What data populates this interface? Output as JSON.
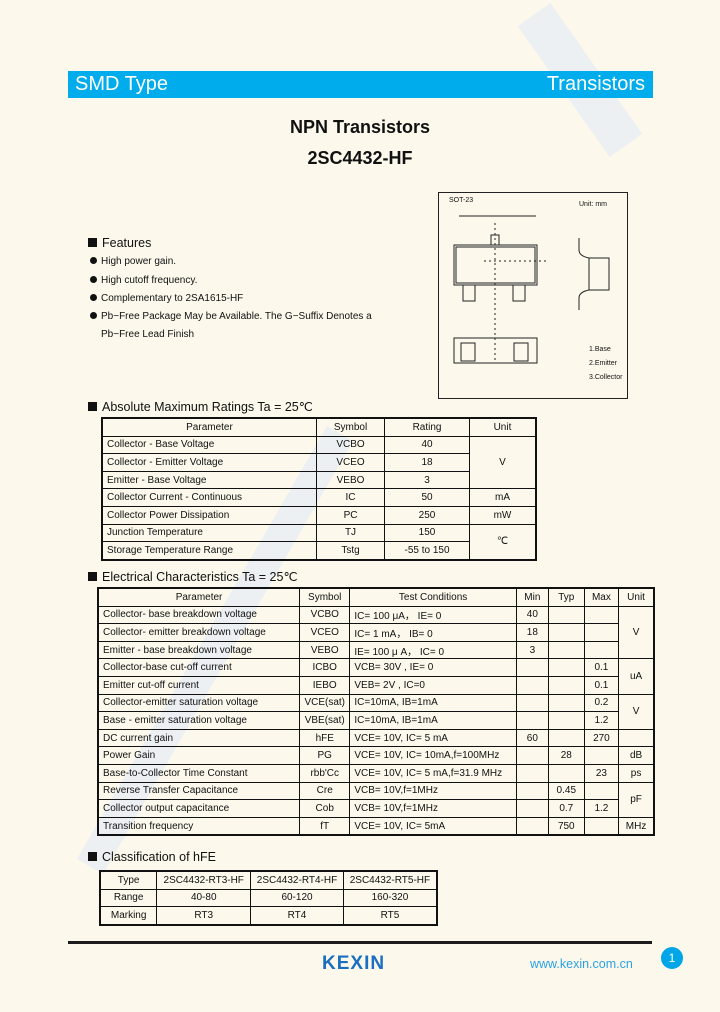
{
  "header": {
    "left": "SMD Type",
    "right": "Transistors"
  },
  "title": "NPN  Transistors",
  "part": "2SC4432-HF",
  "features": {
    "heading": "Features",
    "items": [
      "High power gain.",
      "High cutoff frequency.",
      "Complementary to 2SA1615-HF",
      "Pb−Free Package May be Available. The G−Suffix Denotes a",
      "Pb−Free Lead Finish"
    ]
  },
  "package": {
    "name": "SOT-23",
    "unit": "Unit: mm",
    "pins": [
      "1.Base",
      "2.Emitter",
      "3.Collector"
    ]
  },
  "abs_max": {
    "heading": "Absolute Maximum Ratings Ta = 25℃",
    "headers": [
      "Parameter",
      "Symbol",
      "Rating",
      "Unit"
    ],
    "rows": [
      [
        "Collector - Base Voltage",
        "VCBO",
        "40",
        "V"
      ],
      [
        "Collector - Emitter Voltage",
        "VCEO",
        "18",
        null
      ],
      [
        "Emitter - Base Voltage",
        "VEBO",
        "3",
        null
      ],
      [
        "Collector Current  - Continuous",
        "IC",
        "50",
        "mA"
      ],
      [
        "Collector Power Dissipation",
        "PC",
        "250",
        "mW"
      ],
      [
        "Junction Temperature",
        "TJ",
        "150",
        "℃"
      ],
      [
        "Storage Temperature Range",
        "Tstg",
        "-55 to 150",
        null
      ]
    ],
    "unit_spans": [
      3,
      0,
      0,
      1,
      1,
      2,
      0
    ]
  },
  "elec": {
    "heading": "Electrical Characteristics Ta = 25℃",
    "headers": [
      "Parameter",
      "Symbol",
      "Test Conditions",
      "Min",
      "Typ",
      "Max",
      "Unit"
    ],
    "rows": [
      [
        "Collector- base breakdown voltage",
        "VCBO",
        "IC= 100 μA， IE= 0",
        "40",
        "",
        "",
        "V"
      ],
      [
        "Collector- emitter breakdown voltage",
        "VCEO",
        "IC= 1 mA， IB= 0",
        "18",
        "",
        "",
        null
      ],
      [
        "Emitter - base breakdown voltage",
        "VEBO",
        "IE= 100 μ A， IC= 0",
        "3",
        "",
        "",
        null
      ],
      [
        "Collector-base cut-off current",
        "ICBO",
        "VCB= 30V , IE= 0",
        "",
        "",
        "0.1",
        "uA"
      ],
      [
        "Emitter cut-off current",
        "IEBO",
        "VEB= 2V , IC=0",
        "",
        "",
        "0.1",
        null
      ],
      [
        "Collector-emitter saturation voltage",
        "VCE(sat)",
        "IC=10mA, IB=1mA",
        "",
        "",
        "0.2",
        "V"
      ],
      [
        "Base - emitter saturation voltage",
        "VBE(sat)",
        "IC=10mA, IB=1mA",
        "",
        "",
        "1.2",
        null
      ],
      [
        "DC current gain",
        "hFE",
        "VCE= 10V, IC=  5 mA",
        "60",
        "",
        "270",
        ""
      ],
      [
        "Power Gain",
        "PG",
        "VCE= 10V, IC= 10mA,f=100MHz",
        "",
        "28",
        "",
        "dB"
      ],
      [
        "Base-to-Collector Time Constant",
        "rbb'Cc",
        "VCE= 10V, IC=  5 mA,f=31.9 MHz",
        "",
        "",
        "23",
        "ps"
      ],
      [
        "Reverse Transfer Capacitance",
        "Cre",
        "VCB= 10V,f=1MHz",
        "",
        "0.45",
        "",
        "pF"
      ],
      [
        "Collector output  capacitance",
        "Cob",
        "VCB= 10V,f=1MHz",
        "",
        "0.7",
        "1.2",
        null
      ],
      [
        "Transition frequency",
        "fT",
        "VCE= 10V, IC= 5mA",
        "",
        "750",
        "",
        "MHz"
      ]
    ],
    "unit_spans": [
      3,
      0,
      0,
      2,
      0,
      2,
      0,
      1,
      1,
      1,
      2,
      0,
      1
    ]
  },
  "classification": {
    "heading": "Classification of hFE",
    "rows": [
      [
        "Type",
        "2SC4432-RT3-HF",
        "2SC4432-RT4-HF",
        "2SC4432-RT5-HF"
      ],
      [
        "Range",
        "40-80",
        "60-120",
        "160-320"
      ],
      [
        "Marking",
        "RT3",
        "RT4",
        "RT5"
      ]
    ]
  },
  "footer": {
    "logo": "KEXIN",
    "url": "www.kexin.com.cn",
    "page": "1"
  },
  "colors": {
    "banner": "#00acec",
    "logo": "#1a6fc0",
    "url": "#2aa2e2"
  }
}
